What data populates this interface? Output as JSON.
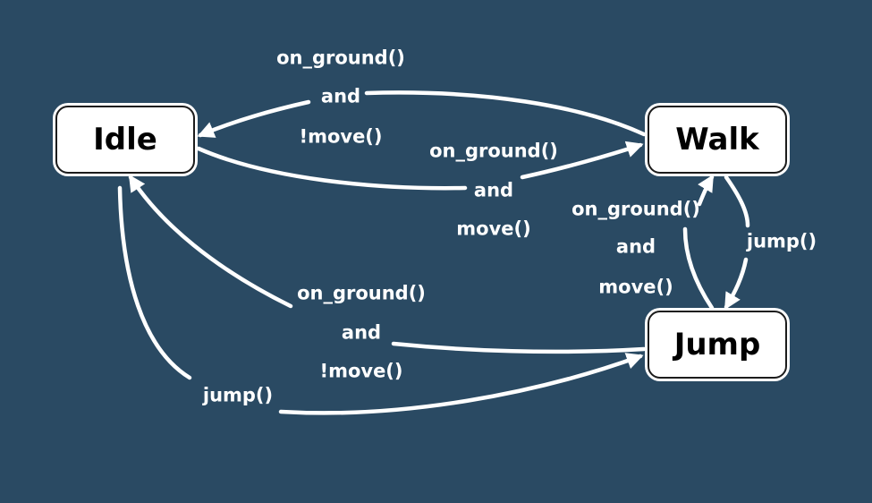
{
  "colors": {
    "background": "#2a4a63",
    "node_fill": "#ffffff",
    "edge": "#ffffff",
    "label": "#ffffff"
  },
  "nodes": {
    "idle": "Idle",
    "walk": "Walk",
    "jump": "Jump"
  },
  "edges": {
    "walk_to_idle": {
      "line1": "on_ground()",
      "line2": "and",
      "line3": "!move()"
    },
    "idle_to_walk": {
      "line1": "on_ground()",
      "line2": "and",
      "line3": "move()"
    },
    "jump_to_walk": {
      "line1": "on_ground()",
      "line2": "and",
      "line3": "move()"
    },
    "walk_to_jump": {
      "label": "jump()"
    },
    "jump_to_idle": {
      "line1": "on_ground()",
      "line2": "and",
      "line3": "!move()"
    },
    "idle_to_jump": {
      "label": "jump()"
    }
  }
}
